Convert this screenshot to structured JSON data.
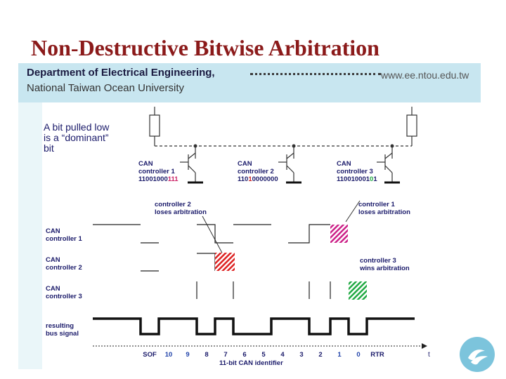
{
  "slide": {
    "title": "Non-Destructive Bitwise Arbitration",
    "department": "Department of Electrical Engineering,",
    "university": "National Taiwan Ocean University",
    "url": "www.ee.ntou.edu.tw"
  },
  "diagram": {
    "dominant_note": [
      "A bit pulled low",
      "is a “dominant”",
      "bit"
    ],
    "controllers": [
      {
        "line1": "CAN",
        "line2": "controller 1",
        "id_black": "11001000",
        "id_colored": "111",
        "id_color": "#cc2266"
      },
      {
        "line1": "CAN",
        "line2": "controller 2",
        "id_black": "110",
        "id_colored": "1",
        "id_rest": "0000000",
        "id_color": "#cc2222"
      },
      {
        "line1": "CAN",
        "line2": "controller 3",
        "id_black": "110010001",
        "id_colored": "0",
        "id_rest": "1",
        "id_color": "#22aa44"
      }
    ],
    "annotations": {
      "c2_loses": [
        "controller 2",
        "loses arbitration"
      ],
      "c1_loses": [
        "controller 1",
        "loses arbitration"
      ],
      "c3_wins": [
        "controller 3",
        "wins arbitration"
      ]
    },
    "signal_labels": {
      "c1": [
        "CAN",
        "controller 1"
      ],
      "c2": [
        "CAN",
        "controller 2"
      ],
      "c3": [
        "CAN",
        "controller 3"
      ],
      "bus": [
        "resulting",
        "bus signal"
      ]
    },
    "axis": {
      "labels": [
        "SOF",
        "10",
        "9",
        "8",
        "7",
        "6",
        "5",
        "4",
        "3",
        "2",
        "1",
        "0",
        "RTR"
      ],
      "label_colors": [
        "#1a1a6a",
        "#2244aa",
        "#2244aa",
        "#1a1a6a",
        "#1a1a6a",
        "#1a1a6a",
        "#1a1a6a",
        "#1a1a6a",
        "#1a1a6a",
        "#1a1a6a",
        "#2244aa",
        "#2244aa",
        "#1a1a6a"
      ],
      "identifier_label": "11-bit CAN identifier",
      "t_label": "t"
    },
    "colors": {
      "c1_lose": "#cc2288",
      "c2_lose": "#dd2222",
      "c3_win": "#22aa44",
      "text": "#1a1a6a"
    }
  }
}
